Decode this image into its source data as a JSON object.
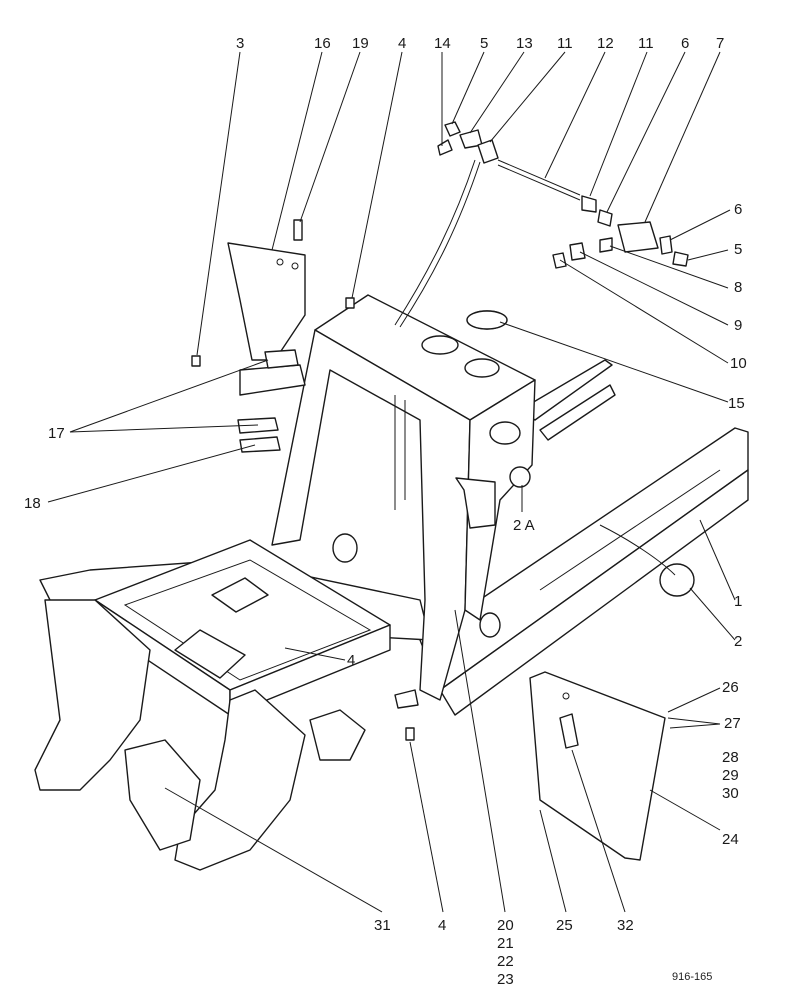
{
  "diagram": {
    "callouts": {
      "c3": "3",
      "c16": "16",
      "c19": "19",
      "c4a": "4",
      "c14": "14",
      "c5a": "5",
      "c13": "13",
      "c11a": "11",
      "c12": "12",
      "c11b": "11",
      "c6a": "6",
      "c7": "7",
      "c6b": "6",
      "c5b": "5",
      "c8": "8",
      "c9": "9",
      "c10": "10",
      "c15": "15",
      "c17": "17",
      "c18": "18",
      "c2a": "2 A",
      "c1": "1",
      "c2": "2",
      "c4b": "4",
      "c26": "26",
      "c27": "27",
      "c28": "28",
      "c29": "29",
      "c30": "30",
      "c24": "24",
      "c31": "31",
      "c4c": "4",
      "c20": "20",
      "c21": "21",
      "c22": "22",
      "c23": "23",
      "c25": "25",
      "c32": "32"
    },
    "figure_ref": "916-165"
  }
}
